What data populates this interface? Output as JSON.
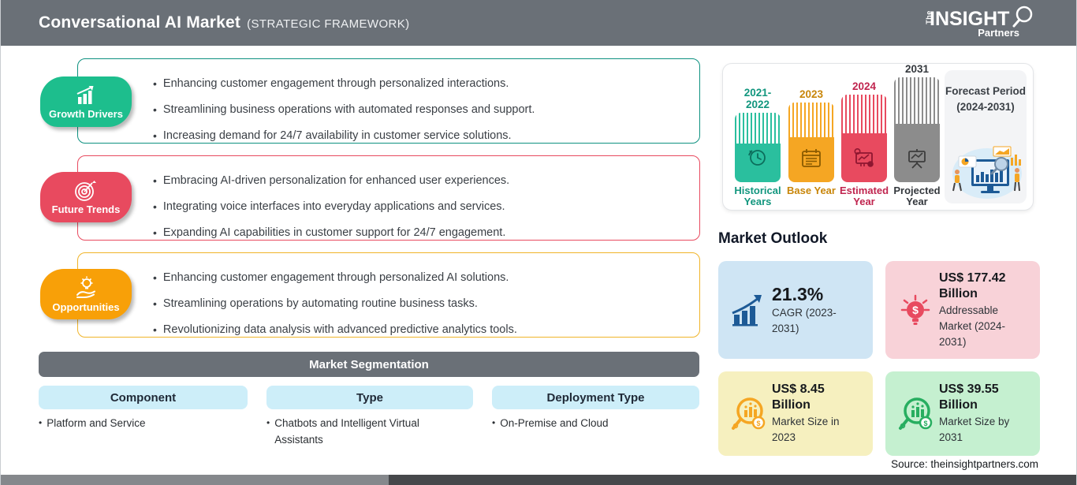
{
  "header": {
    "title": "Conversational AI Market",
    "subtitle": "(STRATEGIC FRAMEWORK)",
    "logo": {
      "the": "The",
      "insight": "INSIGHT",
      "partners": "Partners"
    }
  },
  "sections": [
    {
      "label": "Growth Drivers",
      "accent_color": "#1dbe8d",
      "border_color": "#0e9180",
      "bullets": [
        "Enhancing customer engagement through personalized interactions.",
        "Streamlining business operations with automated responses and support.",
        "Increasing demand for 24/7 availability in customer service solutions."
      ]
    },
    {
      "label": "Future Trends",
      "accent_color": "#e84a5f",
      "border_color": "#e84a5f",
      "bullets": [
        "Embracing AI-driven personalization for enhanced user experiences.",
        "Integrating voice interfaces into everyday applications and services.",
        "Expanding AI capabilities in customer support for 24/7 engagement."
      ]
    },
    {
      "label": "Opportunities",
      "accent_color": "#f8a008",
      "border_color": "#f0b429",
      "bullets": [
        "Enhancing customer engagement through personalized AI solutions.",
        "Streamlining operations by automating routine business tasks.",
        "Revolutionizing data analysis with advanced predictive analytics tools."
      ]
    }
  ],
  "segmentation": {
    "title": "Market Segmentation",
    "columns": [
      {
        "header": "Component",
        "item": "Platform and Service"
      },
      {
        "header": "Type",
        "item": "Chatbots and Intelligent Virtual Assistants"
      },
      {
        "header": "Deployment Type",
        "item": "On-Premise and Cloud"
      }
    ]
  },
  "timeline": {
    "bars": [
      {
        "year": "2021-2022",
        "category": "Historical Years",
        "color": "#2abf9e",
        "text_color": "#12967e",
        "icon": "history-clock-icon"
      },
      {
        "year": "2023",
        "category": "Base Year",
        "color": "#f5a623",
        "text_color": "#c8860a",
        "icon": "calendar-icon"
      },
      {
        "year": "2024",
        "category": "Estimated Year",
        "color": "#e84a5f",
        "text_color": "#c0254f",
        "icon": "monitor-gear-icon"
      },
      {
        "year": "2031",
        "category": "Projected Year",
        "color": "#8c8c8c",
        "text_color": "#3b4046",
        "icon": "presentation-screen-icon"
      }
    ],
    "forecast": {
      "line1": "Forecast Period",
      "line2": "(2024-2031)"
    }
  },
  "outlook": {
    "title": "Market Outlook",
    "cards": [
      {
        "value": "21.3%",
        "label": "CAGR (2023-2031)",
        "bg": "#cfe5f4",
        "icon": "bar-chart-growth-icon"
      },
      {
        "value": "US$ 177.42 Billion",
        "label": "Addressable Market (2024-2031)",
        "bg": "#f8d2d8",
        "icon": "dollar-bulb-icon"
      },
      {
        "value": "US$ 8.45 Billion",
        "label": "Market Size in 2023",
        "bg": "#f6f0bf",
        "icon": "magnifier-chart-orange-icon"
      },
      {
        "value": "US$ 39.55 Billion",
        "label": "Market Size by 2031",
        "bg": "#c5f0d0",
        "icon": "magnifier-chart-green-icon"
      }
    ]
  },
  "source": "Source: theinsightpartners.com"
}
